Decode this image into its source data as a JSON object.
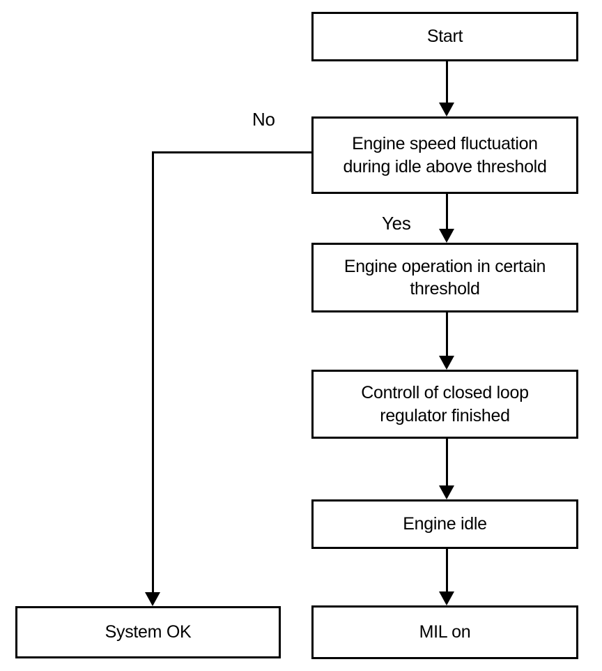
{
  "diagram": {
    "type": "flowchart",
    "background_color": "#ffffff",
    "line_color": "#000000",
    "nodes": [
      {
        "id": "start",
        "label": "Start"
      },
      {
        "id": "engine-speed-fluctuation",
        "label": "Engine speed fluctuation\nduring idle above threshold"
      },
      {
        "id": "engine-operation",
        "label": "Engine operation in certain\nthreshold"
      },
      {
        "id": "controll-closed-loop",
        "label": "Controll of closed loop\nregulator finished"
      },
      {
        "id": "engine-idle",
        "label": "Engine idle"
      },
      {
        "id": "mil-on",
        "label": "MIL on"
      },
      {
        "id": "system-ok",
        "label": "System OK"
      }
    ],
    "edges": [
      {
        "from": "start",
        "to": "engine-speed-fluctuation",
        "label": ""
      },
      {
        "from": "engine-speed-fluctuation",
        "to": "engine-operation",
        "label": "Yes"
      },
      {
        "from": "engine-speed-fluctuation",
        "to": "system-ok",
        "label": "No"
      },
      {
        "from": "engine-operation",
        "to": "controll-closed-loop",
        "label": ""
      },
      {
        "from": "controll-closed-loop",
        "to": "engine-idle",
        "label": ""
      },
      {
        "from": "engine-idle",
        "to": "mil-on",
        "label": ""
      }
    ]
  }
}
